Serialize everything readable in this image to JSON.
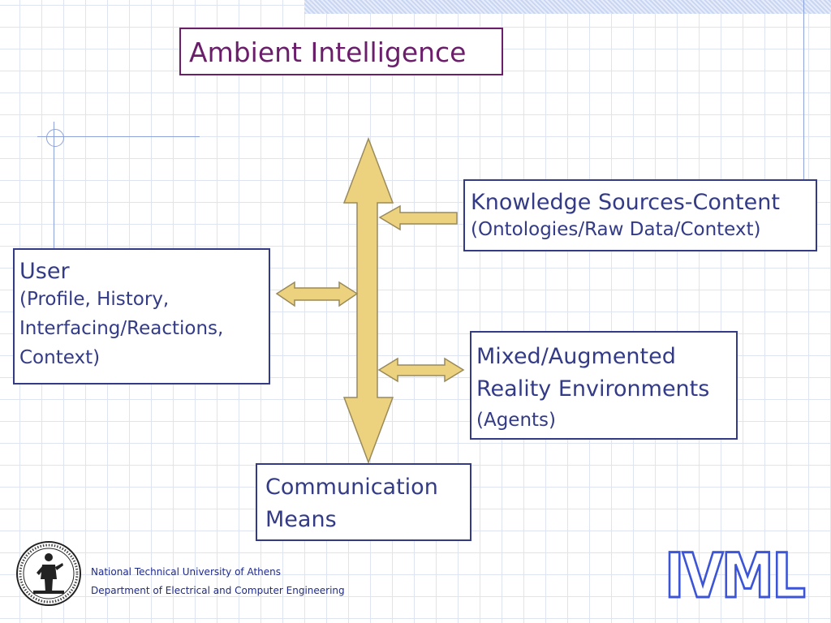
{
  "title": "Ambient Intelligence",
  "nodes": {
    "knowledge": {
      "heading": "Knowledge Sources-Content",
      "detail": "(Ontologies/Raw Data/Context)"
    },
    "user": {
      "heading": "User",
      "detail_lines": [
        "(Profile, History,",
        "Interfacing/Reactions,",
        "Context)"
      ]
    },
    "mixed": {
      "heading_lines": [
        "Mixed/Augmented",
        "Reality Environments"
      ],
      "detail": "(Agents)"
    },
    "communication": {
      "heading_lines": [
        "Communication",
        "Means"
      ]
    }
  },
  "footer": {
    "university": "National Technical University of Athens",
    "department": "Department of Electrical and Computer Engineering",
    "lab_logo": "IVML",
    "seal_icon": "university-seal-icon"
  },
  "colors": {
    "title": "#6b1f6b",
    "box_text": "#333b86",
    "arrow_fill": "#ecd27f",
    "arrow_stroke": "#9a8a5a",
    "footer_text": "#1e2a8a",
    "lab_logo": "#3c55d6"
  }
}
